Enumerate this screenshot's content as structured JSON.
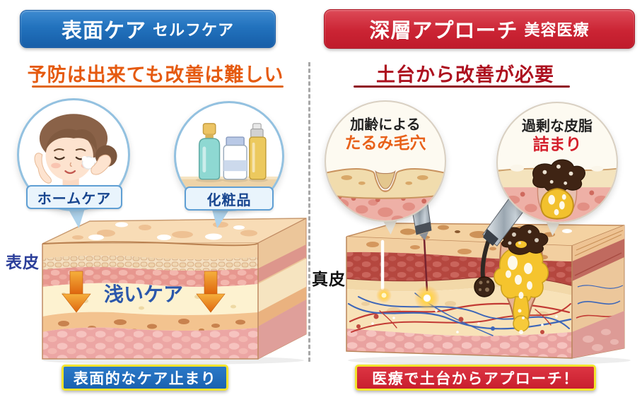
{
  "left": {
    "header_title": "表面ケア",
    "header_sub": "セルフケア",
    "tagline": "予防は出来ても改善は難しい",
    "bubble_home_label": "ホームケア",
    "bubble_cosmetics_label": "化粧品",
    "skin_surface_label": "表皮",
    "care_depth_label": "浅いケア",
    "footer_label": "表面的なケア止まり"
  },
  "right": {
    "header_title": "深層アプローチ",
    "header_sub": "美容医療",
    "tagline": "土台から改善が必要",
    "bubble_pore_line1": "加齢による",
    "bubble_pore_line2": "たるみ毛穴",
    "bubble_sebum_line1": "過剰な皮脂",
    "bubble_sebum_line2": "詰まり",
    "skin_dermis_label": "真皮",
    "footer_label": "医療で土台からアプローチ！"
  },
  "icons": {
    "woman_face": "woman-applying-cream-illustration",
    "cosmetics": "cosmetics-bottles-illustration",
    "down_arrow": "orange-down-arrow",
    "laser": "laser-needle-device",
    "probe": "extraction-probe-device"
  },
  "colors": {
    "left_accent": "#2272bd",
    "left_tagline": "#e55a10",
    "right_accent": "#cb2434",
    "right_tagline": "#ad101f",
    "footer_border": "#f3e42e",
    "epidermis_label": "#2c3f9a",
    "shallow_care_text": "#2b57ab"
  }
}
